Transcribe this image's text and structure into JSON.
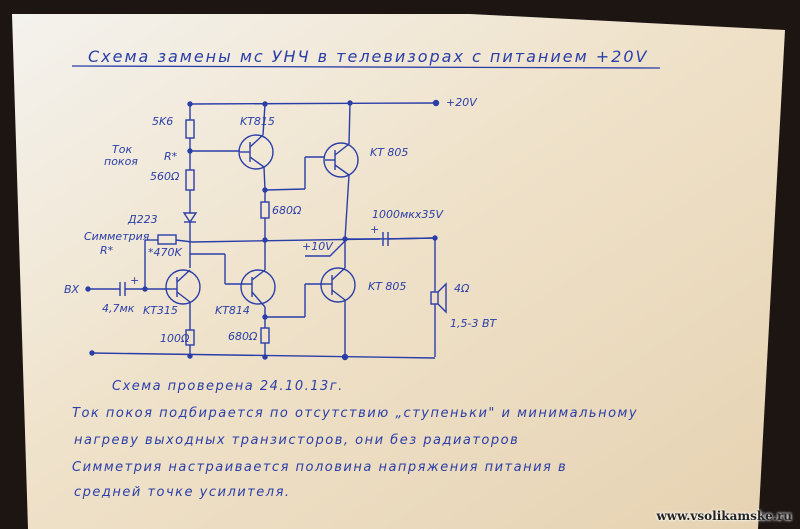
{
  "title": "Схема замены мс УНЧ в телевизорах с питанием +20V",
  "colors": {
    "ink": "#2a3ea8",
    "paper": "#ecdcc0",
    "background": "#1c1512"
  },
  "schematic": {
    "supply": "+20V",
    "input": "ВХ",
    "labels": {
      "r_5k6": "5K6",
      "quiescent_current": [
        "Ток",
        "покоя"
      ],
      "r_star_1": "R*",
      "r_560": "560Ω",
      "diode": "Д223",
      "symmetry": "Симметрия",
      "r_star_2": "R*",
      "r_470k": "*470K",
      "c_in": "4,7мк",
      "c_in_plus": "+",
      "q_kt315": "KT315",
      "r_100": "100Ω",
      "q_kt815": "KT815",
      "r_680_top": "680Ω",
      "q_kt814": "KT814",
      "r_680_bottom": "680Ω",
      "q_kt805_top": "KT 805",
      "q_kt805_bottom": "KT 805",
      "mid_voltage": "+10V",
      "c_out": "1000мкх35V",
      "c_out_plus": "+",
      "speaker_impedance": "4Ω",
      "speaker_power": "1,5-3 ВТ"
    }
  },
  "notes": [
    "Схема проверена 24.10.13г.",
    "Ток покоя подбирается по отсутствию „ступеньки\" и минимальному",
    "нагреву выходных транзисторов, они без радиаторов",
    "Симметрия настраивается половина напряжения питания в",
    "средней точке усилителя."
  ],
  "watermark": "www.vsolikamske.ru"
}
